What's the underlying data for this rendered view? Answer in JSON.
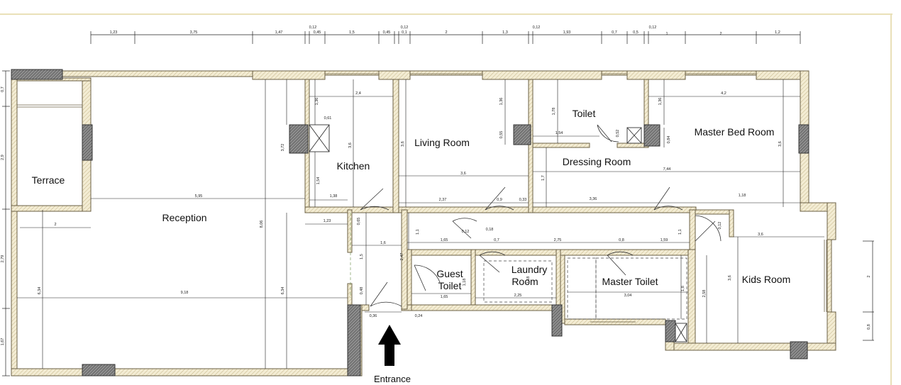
{
  "rooms": {
    "terrace": "Terrace",
    "reception": "Reception",
    "kitchen": "Kitchen",
    "living_room": "Living Room",
    "toilet": "Toilet",
    "dressing_room": "Dressing Room",
    "master_bed_room": "Master Bed Room",
    "guest_toilet_1": "Guest",
    "guest_toilet_2": "Toilet",
    "laundry_room_1": "Laundry",
    "laundry_room_2": "Room",
    "master_toilet": "Master Toilet",
    "kids_room": "Kids Room"
  },
  "entrance": {
    "label": "Entrance"
  },
  "dimensions": {
    "top": [
      "1,23",
      "3,75",
      "1,47",
      "0,12",
      "0,45",
      "1,5",
      "0,45",
      "0,12",
      "0,1",
      "2",
      "1,3",
      "0,12",
      "1,93",
      "0,7",
      "0,5",
      "0,12",
      "1",
      "2",
      "1,2"
    ],
    "left": [
      "0,7",
      "2,9",
      "2,79",
      "1,67"
    ],
    "right": [
      "2",
      "0,8"
    ],
    "interior": {
      "kitchen_w": "2,4",
      "kitchen_h": "3,6",
      "kitchen_side": "1,54",
      "kitchen_top": "1,36",
      "duct_w": "0,61",
      "reception_w": "5,95",
      "reception_h": "3,72",
      "reception_full_h": "8,06",
      "reception_bottom_w": "9,18",
      "reception_left_h": "6,34",
      "reception_right_h": "6,34",
      "terrace_w": "2",
      "hall_w": "1,38",
      "lobby_w": "1,23",
      "living_w": "3,6",
      "living_h": "3,6",
      "living_top": "1,36",
      "living_duct": "0,55",
      "living_bottom": "2,37",
      "door_a": "0,9",
      "door_b": "0,33",
      "toilet_h": "1,78",
      "toilet_w": "1,54",
      "toilet_duct": "0,52",
      "dressing_w": "3,36",
      "dressing_h": "1,7",
      "bed_w": "4,2",
      "bed_h": "3,6",
      "bed_top": "1,36",
      "bed_duct": "0,84",
      "bed_full_w": "7,44",
      "bed_door": "1,18",
      "corridor_h": "0,65",
      "corridor_w": "1,6",
      "corridor_a": "1,65",
      "corridor_b": "0,12",
      "corridor_c": "0,18",
      "corridor_d": "0,7",
      "corridor_e": "2,75",
      "corridor_f": "0,8",
      "corridor_g": "1,59",
      "corridor_h2": "1,1",
      "corridor_i": "1,1",
      "entry_h": "1,5",
      "entry_h2": "2,47",
      "entry_door": "0,48",
      "entry_a": "0,36",
      "entry_b": "0,24",
      "guest_w": "1,65",
      "guest_h": "1,18",
      "laundry_w": "2,25",
      "laundry_h": "1,18",
      "master_toilet_w": "3,04",
      "master_toilet_h": "1,8",
      "kids_w": "3,6",
      "kids_h": "3,6",
      "kids_side": "2,58",
      "kids_door": "0,12"
    }
  },
  "colors": {
    "wall_fill": "#f3ecd3",
    "wall_stroke": "#6b6046",
    "column_fill": "#9a9a9a",
    "door_color": "#3a3a3a",
    "frame_line": "#e9e0b8"
  }
}
